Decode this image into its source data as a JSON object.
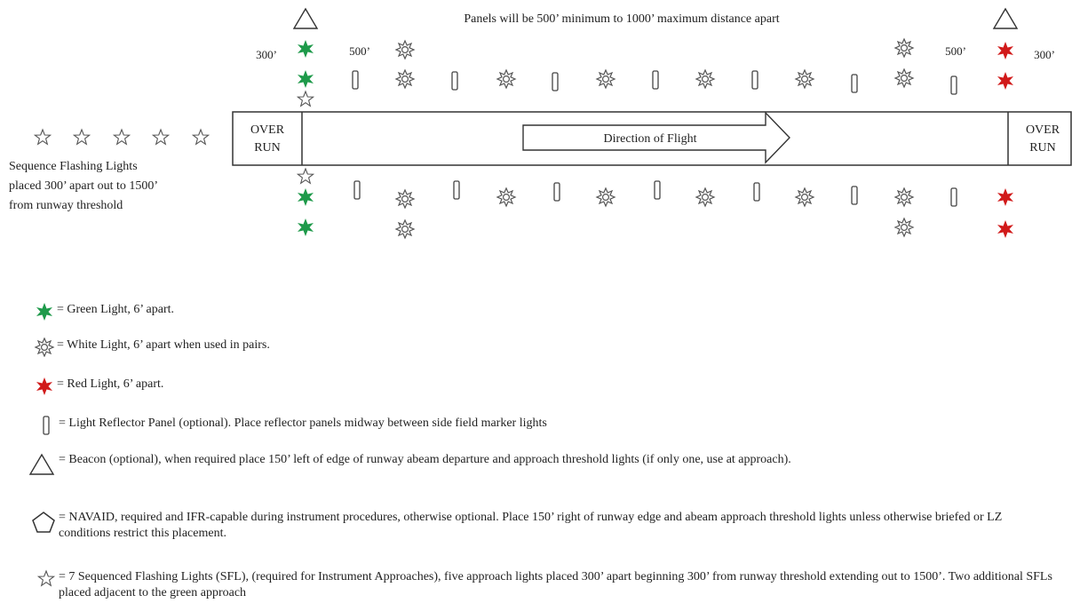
{
  "header": {
    "panels_note": "Panels will be 500’ minimum to 1000’ maximum distance apart"
  },
  "distances": {
    "left_300": "300’",
    "left_500": "500’",
    "right_500": "500’",
    "right_300": "300’"
  },
  "runway": {
    "overrun_left": [
      "OVER",
      "RUN"
    ],
    "overrun_right": [
      "OVER",
      "RUN"
    ],
    "direction_label": "Direction of Flight"
  },
  "sfl_caption": [
    "Sequence Flashing Lights",
    "placed 300’ apart out to 1500’",
    "from runway threshold"
  ],
  "legend": {
    "green": "= Green Light, 6’ apart.",
    "white": "= White Light, 6’ apart when used in pairs.",
    "red": "= Red Light, 6’ apart.",
    "panel": "= Light Reflector Panel (optional). Place reflector panels midway between side field marker lights",
    "beacon": "= Beacon (optional), when required place 150’ left of edge of runway abeam departure and approach threshold lights (if only one, use at approach).",
    "navaid": "= NAVAID, required and IFR-capable during instrument procedures, otherwise optional. Place 150’ right of runway edge and abeam approach threshold lights unless otherwise briefed or LZ conditions restrict this placement.",
    "sfl": "= 7 Sequenced Flashing Lights (SFL), (required for Instrument Approaches), five approach lights placed 300’ apart beginning 300’ from runway threshold extending out to 1500’. Two additional SFLs placed adjacent to the green approach"
  },
  "colors": {
    "green": "#1e9a4a",
    "red": "#d11a1a",
    "line": "#333333"
  },
  "icons": [
    "green-light-icon",
    "white-light-icon",
    "red-light-icon",
    "reflector-panel-icon",
    "beacon-icon",
    "navaid-icon",
    "sfl-star-icon"
  ]
}
